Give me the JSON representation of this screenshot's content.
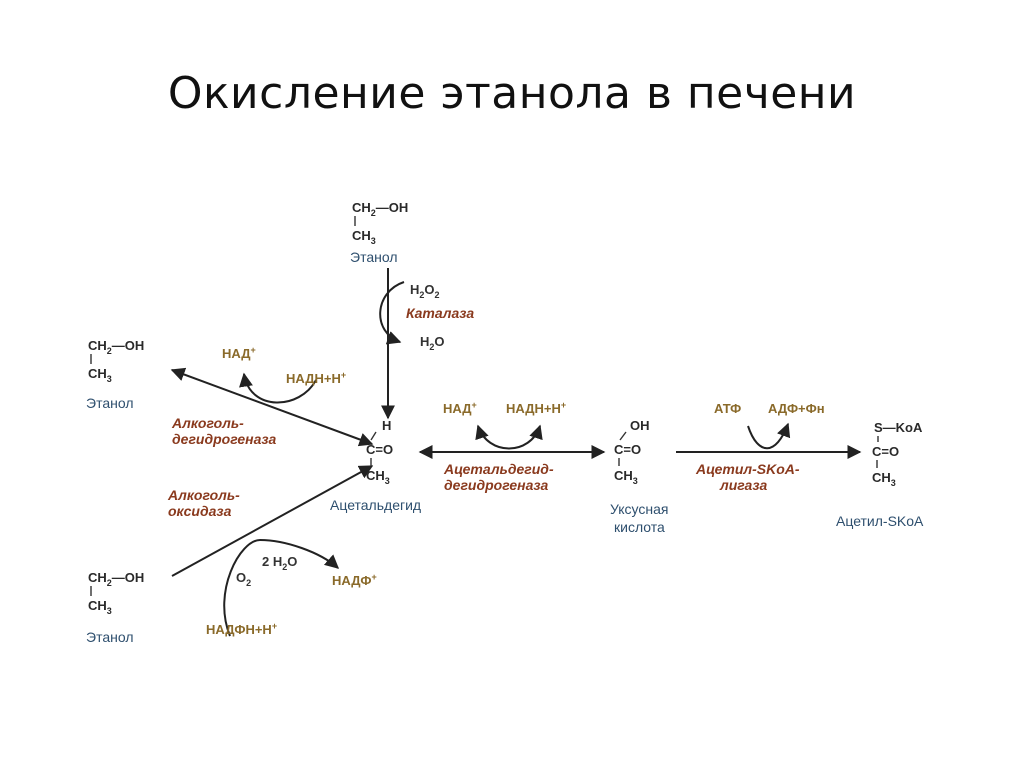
{
  "title": "Окисление этанола в печени",
  "molecules": {
    "ethanol_top": {
      "line1_a": "CH",
      "line1_sub": "2",
      "line1_b": "—OH",
      "line2_a": "CH",
      "line2_sub": "3",
      "name": "Этанол"
    },
    "ethanol_left": {
      "line1_a": "CH",
      "line1_sub": "2",
      "line1_b": "—OH",
      "line2_a": "CH",
      "line2_sub": "3",
      "name": "Этанол"
    },
    "ethanol_bottom": {
      "line1_a": "CH",
      "line1_sub": "2",
      "line1_b": "—OH",
      "line2_a": "CH",
      "line2_sub": "3",
      "name": "Этанол"
    },
    "acetaldehyde": {
      "top": "H",
      "middle": "C=O",
      "bottom_a": "CH",
      "bottom_sub": "3",
      "name": "Ацетальдегид"
    },
    "acetic_acid": {
      "top": "OH",
      "middle": "C=O",
      "bottom_a": "CH",
      "bottom_sub": "3",
      "name_1": "Уксусная",
      "name_2": "кислота"
    },
    "acetyl_scoa": {
      "top": "S—KoA",
      "middle": "C=O",
      "bottom_a": "CH",
      "bottom_sub": "3",
      "name": "Ацетил-SKoA"
    }
  },
  "enzymes": {
    "catalase": "Каталаза",
    "adh_1": "Алкоголь-",
    "adh_2": "дегидрогеназа",
    "oxidase_1": "Алкоголь-",
    "oxidase_2": "оксидаза",
    "aldh_1": "Ацетальдегид-",
    "aldh_2": "дегидрогеназа",
    "ligase_1": "Ацетил-SKoA-",
    "ligase_2": "лигаза"
  },
  "cofactors": {
    "h2o2_a": "H",
    "h2o2_sub1": "2",
    "h2o2_b": "O",
    "h2o2_sub2": "2",
    "h2o_a": "H",
    "h2o_sub": "2",
    "h2o_b": "O",
    "two_h2o_a": "2 H",
    "o2_a": "O",
    "o2_sub": "2",
    "nad": "НАД",
    "nadh_h": "НАДН+Н",
    "nadp": "НАДФ",
    "nadph_h": "НАДФН+Н",
    "plus": "+",
    "atp": "АТФ",
    "adp_pn": "АДФ+Фн"
  }
}
